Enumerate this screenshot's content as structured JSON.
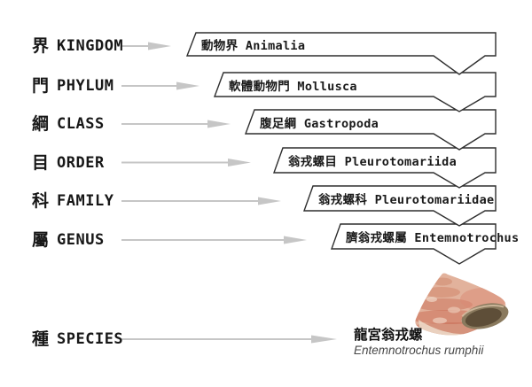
{
  "diagram": {
    "ranks": [
      {
        "zh": "界",
        "en": "KINGDOM",
        "value": "動物界 Animalia"
      },
      {
        "zh": "門",
        "en": "PHYLUM",
        "value": "軟體動物門 Mollusca"
      },
      {
        "zh": "綱",
        "en": "CLASS",
        "value": "腹足綱 Gastropoda"
      },
      {
        "zh": "目",
        "en": "ORDER",
        "value": "翁戎螺目 Pleurotomariida"
      },
      {
        "zh": "科",
        "en": "FAMILY",
        "value": "翁戎螺科 Pleurotomariidae"
      },
      {
        "zh": "屬",
        "en": "GENUS",
        "value": "臍翁戎螺屬 Entemnotrochus"
      },
      {
        "zh": "種",
        "en": "SPECIES"
      }
    ],
    "species": {
      "common_name_zh": "龍宮翁戎螺",
      "scientific_name": "Entemnotrochus rumphii",
      "image": "entemnotrochus-shell-photo"
    },
    "colors": {
      "ink": "#171717",
      "banner_stroke": "#2e2e2e",
      "banner_fill": "#ffffff",
      "arrow_gray": "#c6c6c6",
      "scientific_name_gray": "#474747",
      "shell_body_pink": "#e2b29c",
      "shell_band_salmon": "#c96f57",
      "shell_base_cream": "#ecd8c6",
      "shell_aperture_brown": "#5e4e38"
    }
  }
}
